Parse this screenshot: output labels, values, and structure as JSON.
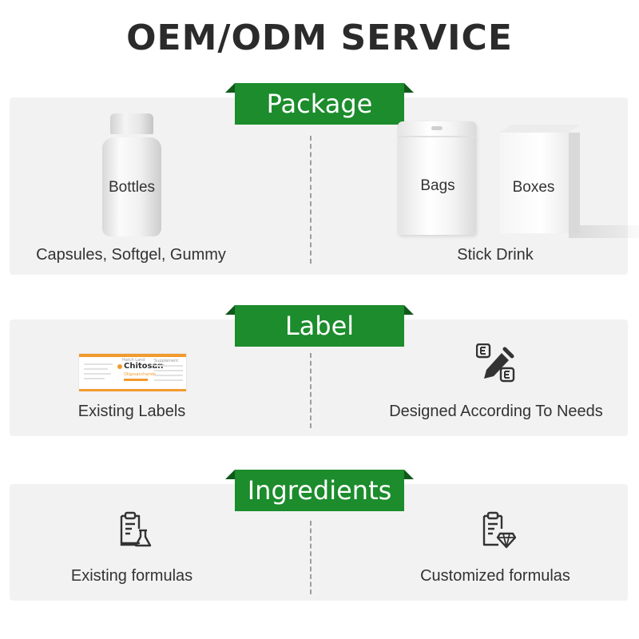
{
  "title": "OEM/ODM SERVICE",
  "colors": {
    "accent_green": "#1c8c2c",
    "accent_green_dark": "#0f5a1b",
    "panel_bg": "#f2f2f2",
    "label_orange": "#f29a2e"
  },
  "package": {
    "tag": "Package",
    "bottles_label": "Bottles",
    "left_caption": "Capsules, Softgel, Gummy",
    "bags_label": "Bags",
    "boxes_label": "Boxes",
    "right_caption": "Stick Drink"
  },
  "label": {
    "tag": "Label",
    "sample_label": {
      "brand": "Hatch Land",
      "product": "Chitosan",
      "subtitle": "Oligosaccharide",
      "panel_title": "Supplement Facts"
    },
    "left_caption": "Existing Labels",
    "right_icon": "pencil-edit-icon",
    "right_caption": "Designed According To Needs"
  },
  "ingredients": {
    "tag": "Ingredients",
    "left_icon": "clipboard-flask-icon",
    "left_caption": "Existing formulas",
    "right_icon": "clipboard-diamond-icon",
    "right_caption": "Customized formulas"
  }
}
